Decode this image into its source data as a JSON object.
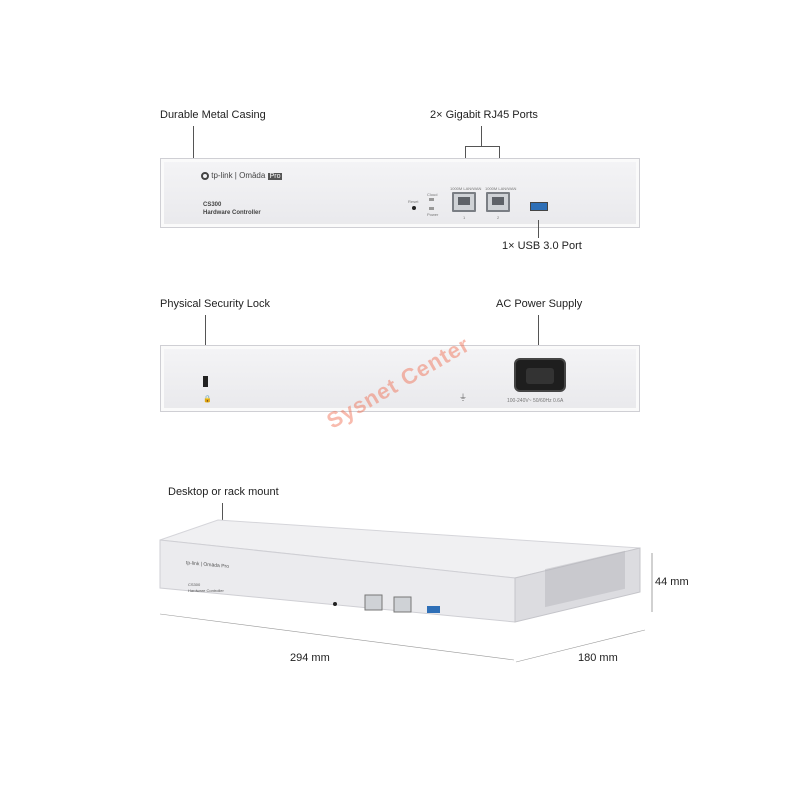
{
  "labels": {
    "casing": "Durable Metal Casing",
    "rj45": "2× Gigabit RJ45 Ports",
    "usb": "1× USB 3.0 Port",
    "lock": "Physical Security Lock",
    "power": "AC Power Supply",
    "mount": "Desktop or rack mount",
    "height": "44 mm",
    "width": "294 mm",
    "depth": "180 mm"
  },
  "front": {
    "brand": "tp-link | Omāda",
    "brand_badge": "Pro",
    "model": "CS300",
    "product": "Hardware Controller",
    "reset": "Reset",
    "cloud": "Cloud",
    "power_led": "Power",
    "port1_label": "1000M LAN/WAN",
    "port2_label": "1000M LAN/WAN",
    "port1_num": "1",
    "port2_num": "2"
  },
  "rear": {
    "rating": "100-240V~ 50/60Hz 0.6A"
  },
  "watermark": "Sysnet Center",
  "colors": {
    "accent_usb": "#2e6fb7",
    "watermark": "#f06a4d"
  }
}
